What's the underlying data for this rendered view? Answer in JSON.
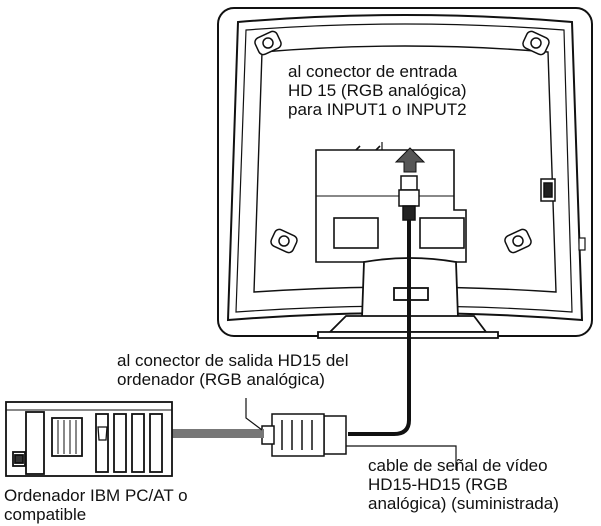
{
  "labels": {
    "monitor_input": {
      "line1": "al conector de entrada",
      "line2": "HD 15 (RGB analógica)",
      "line3": "para INPUT1 o INPUT2"
    },
    "computer_output": {
      "line1": "al conector de salida HD15 del",
      "line2": "ordenador (RGB analógica)"
    },
    "cable": {
      "line1": "cable de señal de vídeo",
      "line2": "HD15-HD15 (RGB",
      "line3": "analógica) (suministrada)"
    },
    "computer": {
      "line1": "Ordenador IBM PC/AT o",
      "line2": "compatible"
    }
  }
}
